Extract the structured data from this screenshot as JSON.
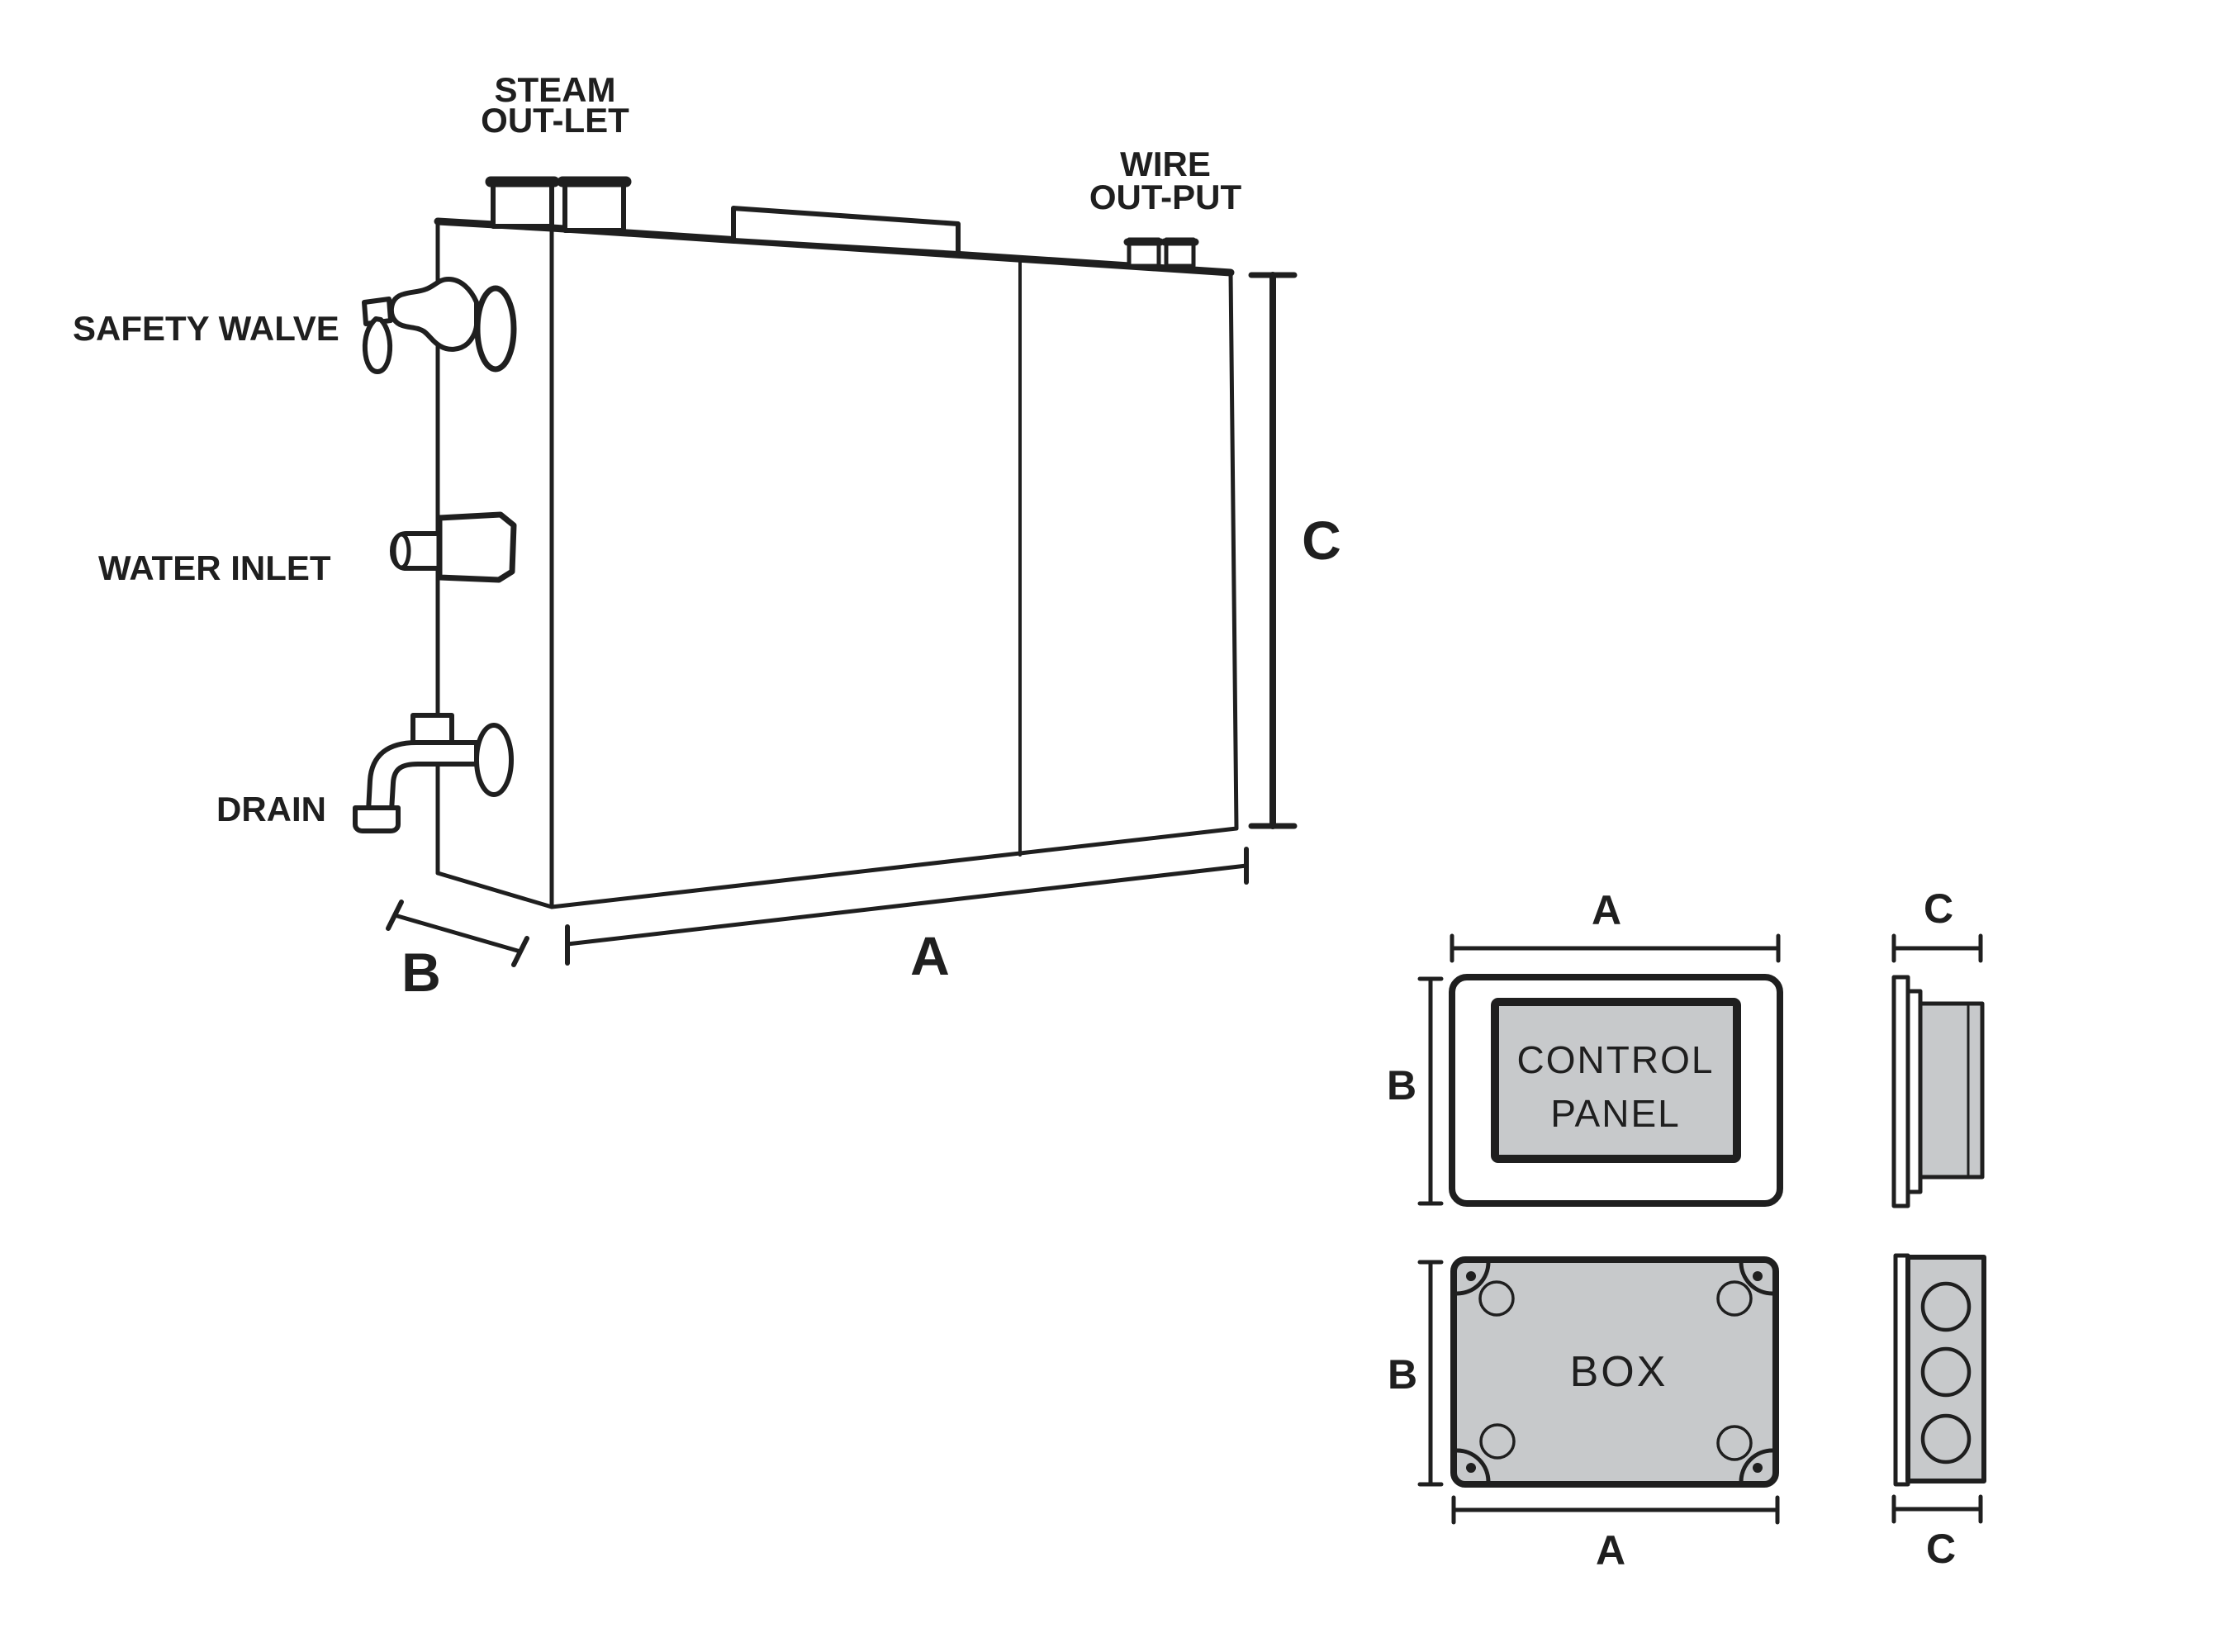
{
  "labels": {
    "steam_outlet": {
      "line1": "STEAM",
      "line2": "OUT-LET"
    },
    "wire_output": {
      "line1": "WIRE",
      "line2": "OUT-PUT"
    },
    "safety_valve": "SAFETY WALVE",
    "water_inlet": "WATER INLET",
    "drain": "DRAIN"
  },
  "dimensions": {
    "width": "A",
    "depth": "B",
    "height": "C"
  },
  "control_panel": {
    "line1": "CONTROL",
    "line2": "PANEL"
  },
  "box": {
    "label": "BOX"
  },
  "colors": {
    "line": "#1f1f1f",
    "gray_fill": "#c7c9cb",
    "background": "#ffffff"
  }
}
